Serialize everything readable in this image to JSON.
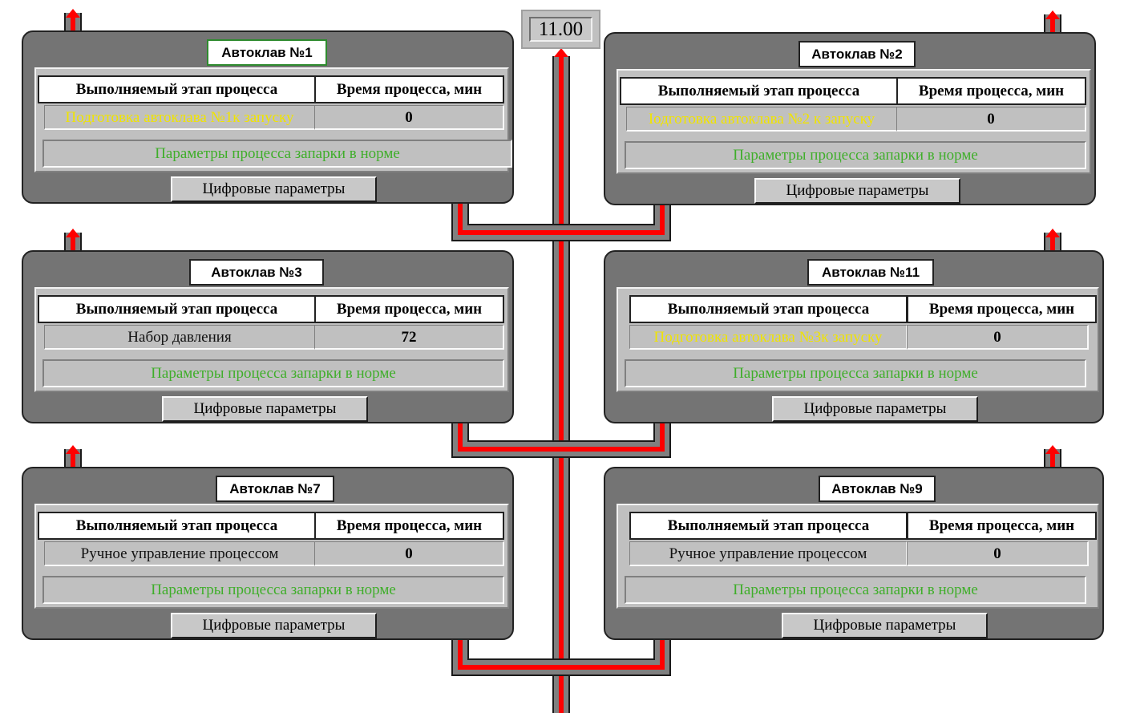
{
  "clock": {
    "value": "11.00"
  },
  "columns": {
    "stage": "Выполняемый этап процесса",
    "time": "Время процесса, мин"
  },
  "autoclaves": [
    {
      "title": "Автоклав №1",
      "stage": "Подготовка автоклава №1к запуску",
      "stage_color": "yellow",
      "time": "0",
      "status": "Параметры процесса запарки в норме",
      "button": "Цифровые параметры",
      "selected": true
    },
    {
      "title": "Автоклав №2",
      "stage": "Iодготовка автоклава №2 к запуску",
      "stage_color": "yellow",
      "time": "0",
      "status": "Параметры процесса запарки в норме",
      "button": "Цифровые параметры",
      "selected": false
    },
    {
      "title": "Автоклав №3",
      "stage": "Набор давления",
      "stage_color": "black",
      "time": "72",
      "status": "Параметры процесса запарки в норме",
      "button": "Цифровые параметры",
      "selected": false
    },
    {
      "title": "Автоклав №11",
      "stage": "Подготовка автоклава №3к запуску",
      "stage_color": "yellow",
      "time": "0",
      "status": "Параметры процесса запарки в норме",
      "button": "Цифровые параметры",
      "selected": false
    },
    {
      "title": "Автоклав №7",
      "stage": "Ручное управление процессом",
      "stage_color": "black",
      "time": "0",
      "status": "Параметры процесса запарки в норме",
      "button": "Цифровые параметры",
      "selected": false
    },
    {
      "title": "Автоклав №9",
      "stage": "Ручное управление процессом",
      "stage_color": "black",
      "time": "0",
      "status": "Параметры процесса запарки в норме",
      "button": "Цифровые параметры",
      "selected": false
    }
  ],
  "colors": {
    "pipe_flow": "#ff0000",
    "pipe_wall": "#808080",
    "status_ok": "#3fae2a",
    "stage_warning": "#f0e400"
  },
  "icons": {
    "flow_arrow": "arrow-up-icon"
  }
}
